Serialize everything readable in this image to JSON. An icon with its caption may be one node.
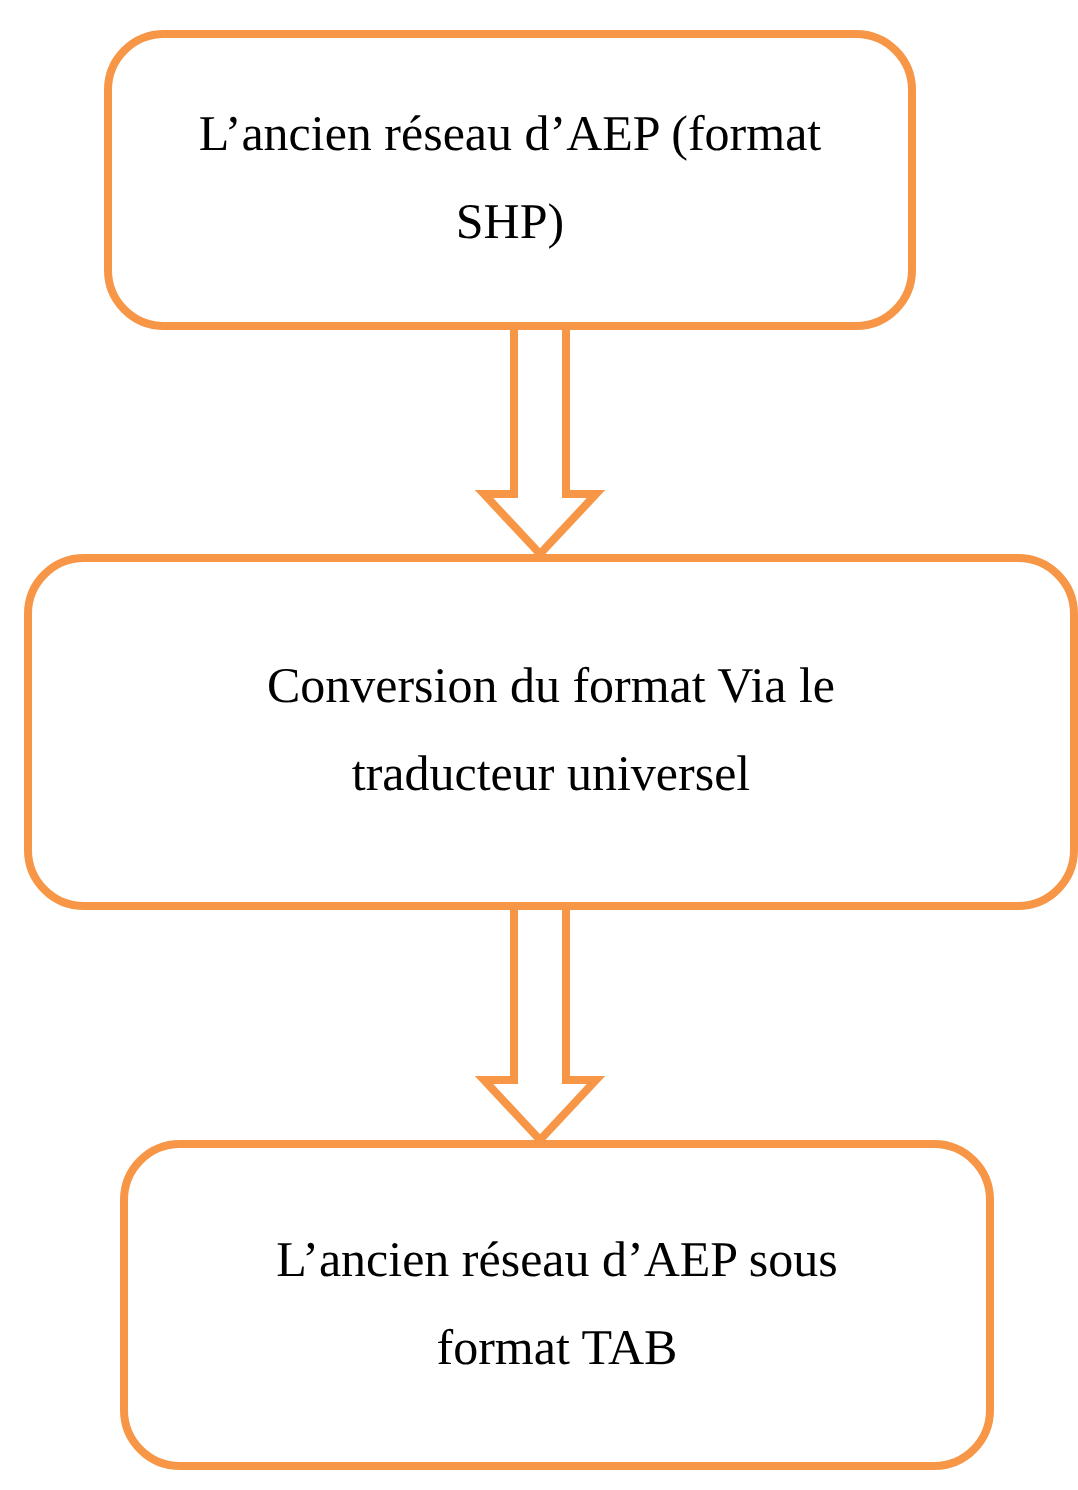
{
  "diagram": {
    "nodes": [
      {
        "text": [
          "L’ancien réseau d’AEP (format SHP)"
        ]
      },
      {
        "text": [
          "Conversion du format Via le traducteur universel"
        ]
      },
      {
        "text": [
          "L’ancien réseau d’AEP sous format TAB"
        ]
      }
    ],
    "edges": [
      {
        "from": 0,
        "to": 1,
        "arrow": "to"
      },
      {
        "from": 1,
        "to": 2,
        "arrow": "to"
      }
    ]
  }
}
